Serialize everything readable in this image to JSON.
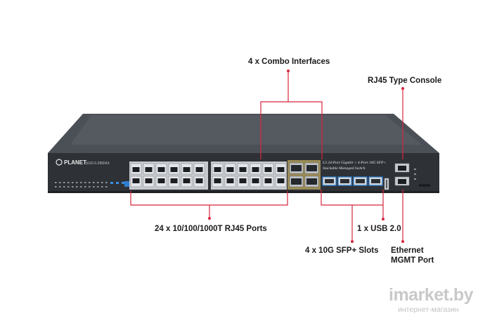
{
  "callouts": {
    "combo": "4 x Combo Interfaces",
    "console": "RJ45 Type Console",
    "rj45": "24 x 10/100/1000T RJ45 Ports",
    "usb": "1 x USB 2.0",
    "sfp": "4 x 10G SFP+ Slots",
    "mgmt": "Ethernet MGMT Port"
  },
  "device": {
    "brand": "PLANET",
    "model": "SGS-5-28004X",
    "desc_line1": "L3 24-Port Gigabit + 4-Port 10G SFP+",
    "desc_line2": "Stackable Managed Switch"
  },
  "watermark": {
    "name": "imarket.by",
    "sub": "интернет-магазин"
  },
  "colors": {
    "bracket": "#d7263d",
    "chassis": "#3a3f45",
    "sfp_accent": "#2a7fd4"
  }
}
